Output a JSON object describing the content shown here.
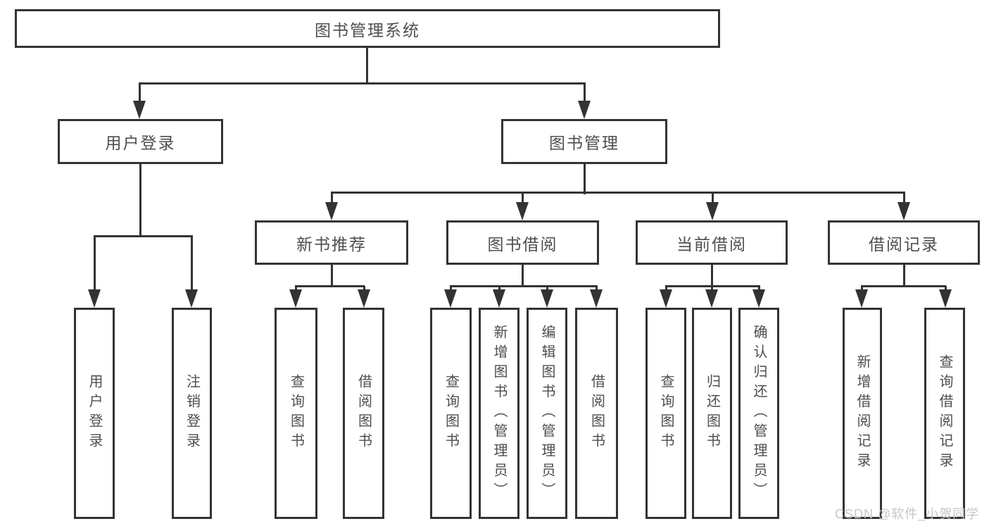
{
  "diagram": {
    "title": "图书管理系统",
    "tree": {
      "label": "图书管理系统",
      "children": [
        {
          "label": "用户登录",
          "children": [
            {
              "label": "用户登录"
            },
            {
              "label": "注销登录"
            }
          ]
        },
        {
          "label": "图书管理",
          "children": [
            {
              "label": "新书推荐",
              "children": [
                {
                  "label": "查询图书"
                },
                {
                  "label": "借阅图书"
                }
              ]
            },
            {
              "label": "图书借阅",
              "children": [
                {
                  "label": "查询图书"
                },
                {
                  "label": "新增图书（管理员）"
                },
                {
                  "label": "编辑图书（管理员）"
                },
                {
                  "label": "借阅图书"
                }
              ]
            },
            {
              "label": "当前借阅",
              "children": [
                {
                  "label": "查询图书"
                },
                {
                  "label": "归还图书"
                },
                {
                  "label": "确认归还（管理员）"
                }
              ]
            },
            {
              "label": "借阅记录",
              "children": [
                {
                  "label": "新增借阅记录"
                },
                {
                  "label": "查询借阅记录"
                }
              ]
            }
          ]
        }
      ]
    }
  },
  "watermark": {
    "text": "CSDN @软件_小贺同学"
  },
  "colors": {
    "line": "#333333",
    "border": "#333333",
    "text": "#4e4e4e",
    "background": "#ffffff",
    "watermark": "#c9c5c5"
  }
}
